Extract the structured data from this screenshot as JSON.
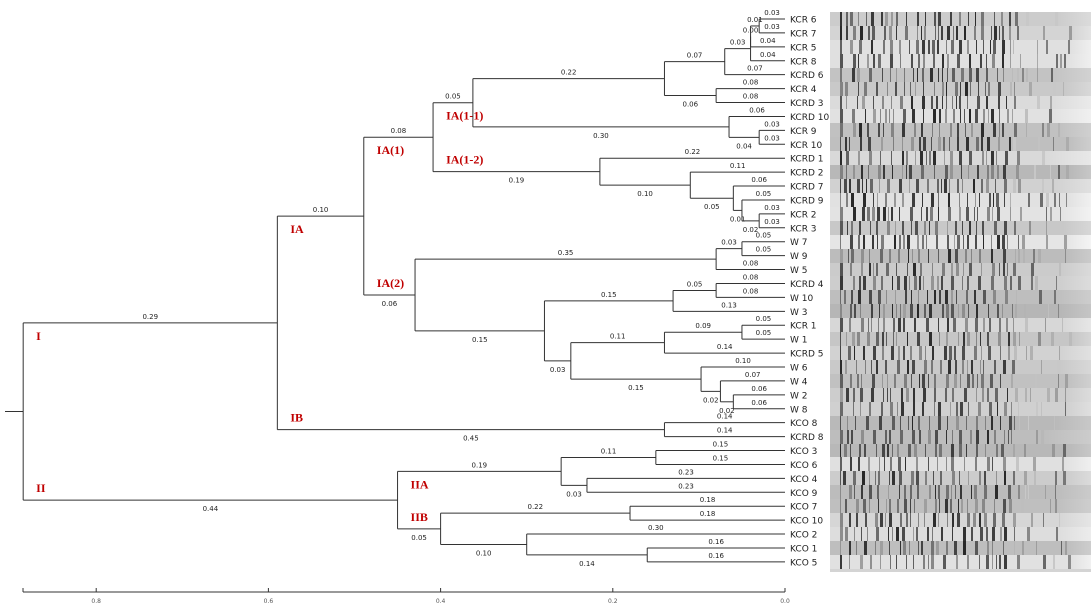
{
  "colors": {
    "line": "#333333",
    "group_label": "#c00000",
    "text": "#222222"
  },
  "axis": {
    "ticks": [
      0.8,
      0.6,
      0.4,
      0.2,
      0.0
    ],
    "tick_labels": [
      "0.8",
      "0.6",
      "0.4",
      "0.2",
      "0.0"
    ],
    "range": [
      0.885,
      0.0
    ]
  },
  "tree": {
    "children": [
      {
        "group": "I",
        "len": 0.29,
        "children": [
          {
            "group": "IA",
            "len": 0.1,
            "children": [
              {
                "group": "IA(1)",
                "len": 0.08,
                "children": [
                  {
                    "group": "IA(1-1)",
                    "len": 0.05,
                    "children": [
                      {
                        "len": 0.22,
                        "children": [
                          {
                            "len": 0.07,
                            "children": [
                              {
                                "len": 0.03,
                                "children": [
                                  {
                                    "len": 0.0,
                                    "children": [
                                      {
                                        "len": 0.01,
                                        "children": [
                                          {
                                            "label": "KCR 6",
                                            "len": 0.03
                                          },
                                          {
                                            "label": "KCR 7",
                                            "len": 0.03
                                          }
                                        ]
                                      },
                                      {
                                        "label": "KCR 5",
                                        "len": 0.04
                                      }
                                    ]
                                  },
                                  {
                                    "label": "KCR 8",
                                    "len": 0.04
                                  }
                                ]
                              },
                              {
                                "label": "KCRD 6",
                                "len": 0.07
                              }
                            ]
                          },
                          {
                            "len": 0.06,
                            "children": [
                              {
                                "label": "KCR 4",
                                "len": 0.08
                              },
                              {
                                "label": "KCRD 3",
                                "len": 0.08
                              }
                            ]
                          }
                        ]
                      },
                      {
                        "len": 0.3,
                        "children": [
                          {
                            "label": "KCRD 10",
                            "len": 0.06
                          },
                          {
                            "len": 0.04,
                            "children": [
                              {
                                "label": "KCR 9",
                                "len": 0.03
                              },
                              {
                                "label": "KCR 10",
                                "len": 0.03
                              }
                            ]
                          }
                        ]
                      }
                    ]
                  },
                  {
                    "group": "IA(1-2)",
                    "len": 0.19,
                    "children": [
                      {
                        "label": "KCRD 1",
                        "len": 0.22
                      },
                      {
                        "len": 0.1,
                        "children": [
                          {
                            "label": "KCRD 2",
                            "len": 0.11
                          },
                          {
                            "len": 0.05,
                            "children": [
                              {
                                "label": "KCRD 7",
                                "len": 0.06
                              },
                              {
                                "len": 0.01,
                                "children": [
                                  {
                                    "label": "KCRD 9",
                                    "len": 0.05
                                  },
                                  {
                                    "len": 0.02,
                                    "children": [
                                      {
                                        "label": "KCR 2",
                                        "len": 0.03
                                      },
                                      {
                                        "label": "KCR 3",
                                        "len": 0.03
                                      }
                                    ]
                                  }
                                ]
                              }
                            ]
                          }
                        ]
                      }
                    ]
                  }
                ]
              },
              {
                "group": "IA(2)",
                "len": 0.06,
                "children": [
                  {
                    "len": 0.35,
                    "children": [
                      {
                        "len": 0.03,
                        "children": [
                          {
                            "label": "W 7",
                            "len": 0.05
                          },
                          {
                            "label": "W 9",
                            "len": 0.05
                          }
                        ]
                      },
                      {
                        "label": "W 5",
                        "len": 0.08
                      }
                    ]
                  },
                  {
                    "len": 0.15,
                    "children": [
                      {
                        "len": 0.15,
                        "children": [
                          {
                            "len": 0.05,
                            "children": [
                              {
                                "label": "KCRD 4",
                                "len": 0.08
                              },
                              {
                                "label": "W 10",
                                "len": 0.08
                              }
                            ]
                          },
                          {
                            "label": "W 3",
                            "len": 0.13
                          }
                        ]
                      },
                      {
                        "len": 0.03,
                        "children": [
                          {
                            "len": 0.11,
                            "children": [
                              {
                                "len": 0.09,
                                "children": [
                                  {
                                    "label": "KCR 1",
                                    "len": 0.05
                                  },
                                  {
                                    "label": "W 1",
                                    "len": 0.05
                                  }
                                ]
                              },
                              {
                                "label": "KCRD 5",
                                "len": 0.14
                              }
                            ]
                          },
                          {
                            "len": 0.15,
                            "children": [
                              {
                                "label": "W 6",
                                "len": 0.1
                              },
                              {
                                "len": 0.02,
                                "children": [
                                  {
                                    "label": "W 4",
                                    "len": 0.07
                                  },
                                  {
                                    "len": 0.02,
                                    "children": [
                                      {
                                        "label": "W 2",
                                        "len": 0.06
                                      },
                                      {
                                        "label": "W 8",
                                        "len": 0.06
                                      }
                                    ]
                                  }
                                ]
                              }
                            ]
                          }
                        ]
                      }
                    ]
                  }
                ]
              }
            ]
          },
          {
            "group": "IB",
            "len": 0.45,
            "children": [
              {
                "label": "KCO 8",
                "len": 0.14
              },
              {
                "label": "KCRD 8",
                "len": 0.14
              }
            ]
          }
        ]
      },
      {
        "group": "II",
        "len": 0.44,
        "children": [
          {
            "group": "IIA",
            "len": 0.19,
            "children": [
              {
                "len": 0.11,
                "children": [
                  {
                    "label": "KCO 3",
                    "len": 0.15
                  },
                  {
                    "label": "KCO 6",
                    "len": 0.15
                  }
                ]
              },
              {
                "len": 0.03,
                "children": [
                  {
                    "label": "KCO 4",
                    "len": 0.23
                  },
                  {
                    "label": "KCO 9",
                    "len": 0.23
                  }
                ]
              }
            ]
          },
          {
            "group": "IIB",
            "len": 0.05,
            "children": [
              {
                "len": 0.22,
                "children": [
                  {
                    "label": "KCO 7",
                    "len": 0.18
                  },
                  {
                    "label": "KCO 10",
                    "len": 0.18
                  }
                ]
              },
              {
                "len": 0.1,
                "children": [
                  {
                    "label": "KCO 2",
                    "len": 0.3
                  },
                  {
                    "len": 0.14,
                    "children": [
                      {
                        "label": "KCO 1",
                        "len": 0.16
                      },
                      {
                        "label": "KCO 5",
                        "len": 0.16
                      }
                    ]
                  }
                ]
              }
            ]
          }
        ]
      }
    ]
  }
}
